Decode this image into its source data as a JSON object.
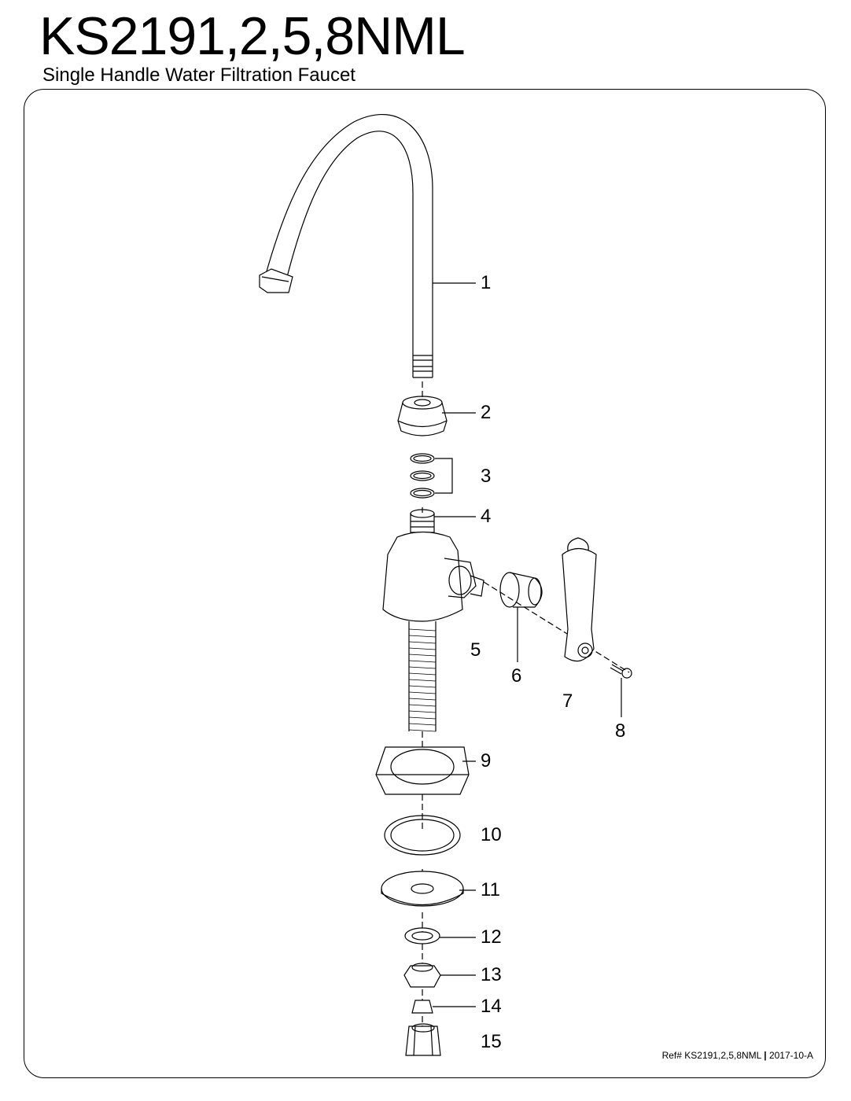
{
  "header": {
    "model": "KS2191,2,5,8NML",
    "description": "Single Handle Water Filtration Faucet"
  },
  "callouts": {
    "c1": "1",
    "c2": "2",
    "c3": "3",
    "c4": "4",
    "c5": "5",
    "c6": "6",
    "c7": "7",
    "c8": "8",
    "c9": "9",
    "c10": "10",
    "c11": "11",
    "c12": "12",
    "c13": "13",
    "c14": "14",
    "c15": "15"
  },
  "footer": {
    "ref": "Ref# KS2191,2,5,8NML",
    "separator": "|",
    "revision": "2017-10-A"
  }
}
